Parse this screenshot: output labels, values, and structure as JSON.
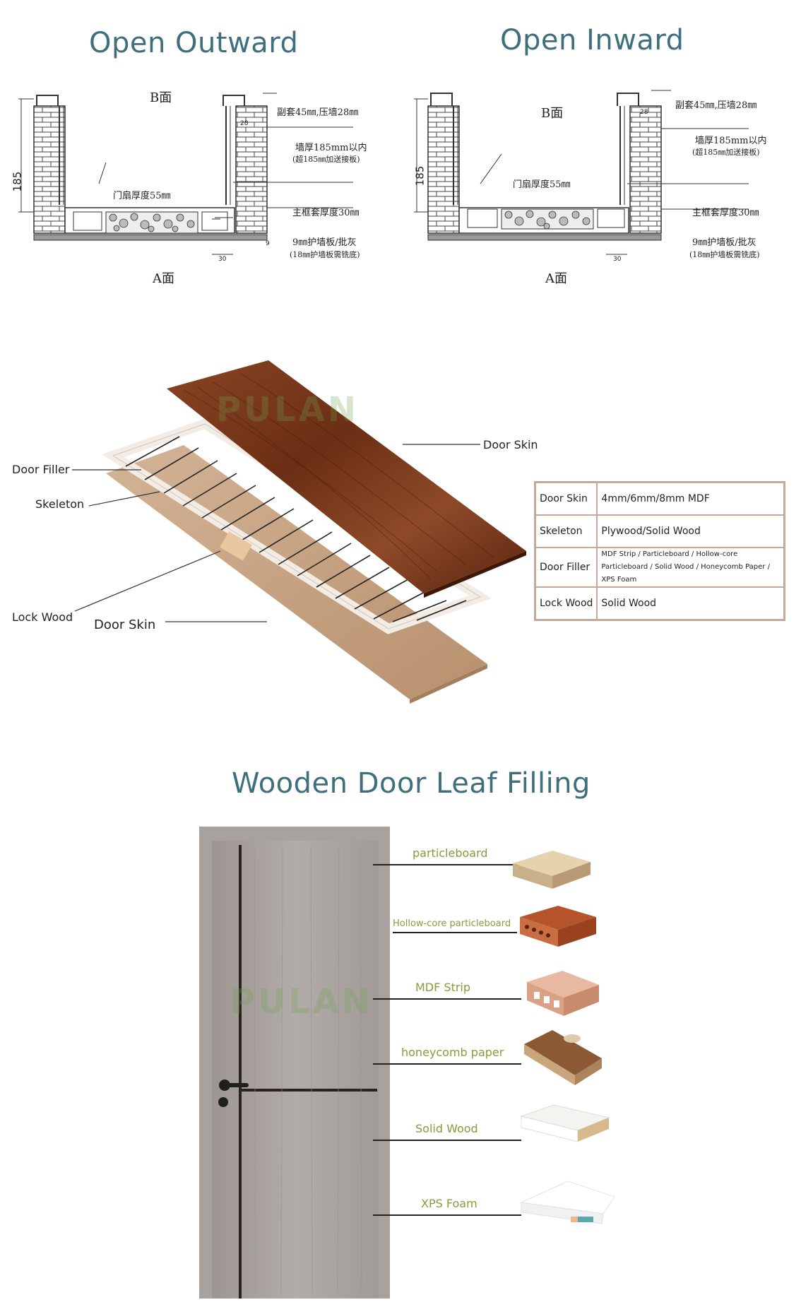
{
  "section1": {
    "outward": {
      "title": "Open Outward",
      "face_b": "B面",
      "face_a": "A面",
      "dim_185": "185",
      "note_trim": "副套45㎜,压墙28㎜",
      "note_wall": "墙厚185mm以内",
      "note_wall_sub": "(超185㎜加送接板)",
      "note_leaf": "门扇厚度55㎜",
      "note_frame": "主框套厚度30㎜",
      "note_board": "9㎜护墙板/批灰",
      "note_board_sub": "(18㎜护墙板需铣底)",
      "dim_28": "28",
      "dim_30": "30",
      "dim_9": "9"
    },
    "inward": {
      "title": "Open Inward",
      "face_b": "B面",
      "face_a": "A面",
      "dim_185": "185",
      "note_trim": "副套45㎜,压墙28㎜",
      "note_wall": "墙厚185mm以内",
      "note_wall_sub": "(超185㎜加送接板)",
      "note_leaf": "门扇厚度55㎜",
      "note_frame": "主框套厚度30㎜",
      "note_board": "9㎜护墙板/批灰",
      "note_board_sub": "(18㎜护墙板需铣底)",
      "dim_28": "28",
      "dim_30": "30"
    }
  },
  "section2": {
    "watermark": "PULAN",
    "labels": {
      "door_skin_top": "Door Skin",
      "door_filler": "Door Filler",
      "skeleton": "Skeleton",
      "lock_wood": "Lock Wood",
      "door_skin_bottom": "Door Skin"
    },
    "table": [
      {
        "key": "Door Skin",
        "value": "4mm/6mm/8mm MDF"
      },
      {
        "key": "Skeleton",
        "value": "Plywood/Solid Wood"
      },
      {
        "key": "Door Filler",
        "value": "MDF Strip / Particleboard / Hollow-core Particleboard / Solid Wood / Honeycomb Paper / XPS Foam"
      },
      {
        "key": "Lock Wood",
        "value": "Solid Wood"
      }
    ],
    "colors": {
      "skin_top": "#7a3a1e",
      "skin_bottom": "#c7a384",
      "frame": "#f3ece4",
      "table_border": "#c8a89a"
    }
  },
  "section3": {
    "title": "Wooden Door Leaf Filling",
    "watermark": "PULAN",
    "fillings": [
      {
        "label": "particleboard",
        "icon": "particleboard-sample-icon"
      },
      {
        "label": "Hollow-core particleboard",
        "icon": "hollow-core-sample-icon"
      },
      {
        "label": "MDF Strip",
        "icon": "mdf-strip-sample-icon"
      },
      {
        "label": "honeycomb paper",
        "icon": "honeycomb-sample-icon"
      },
      {
        "label": "Solid Wood",
        "icon": "solid-wood-sample-icon"
      },
      {
        "label": "XPS Foam",
        "icon": "xps-foam-sample-icon"
      }
    ],
    "colors": {
      "label": "#8a9a3c",
      "door": "#a9a3a0",
      "title": "#3f6f7d"
    }
  }
}
